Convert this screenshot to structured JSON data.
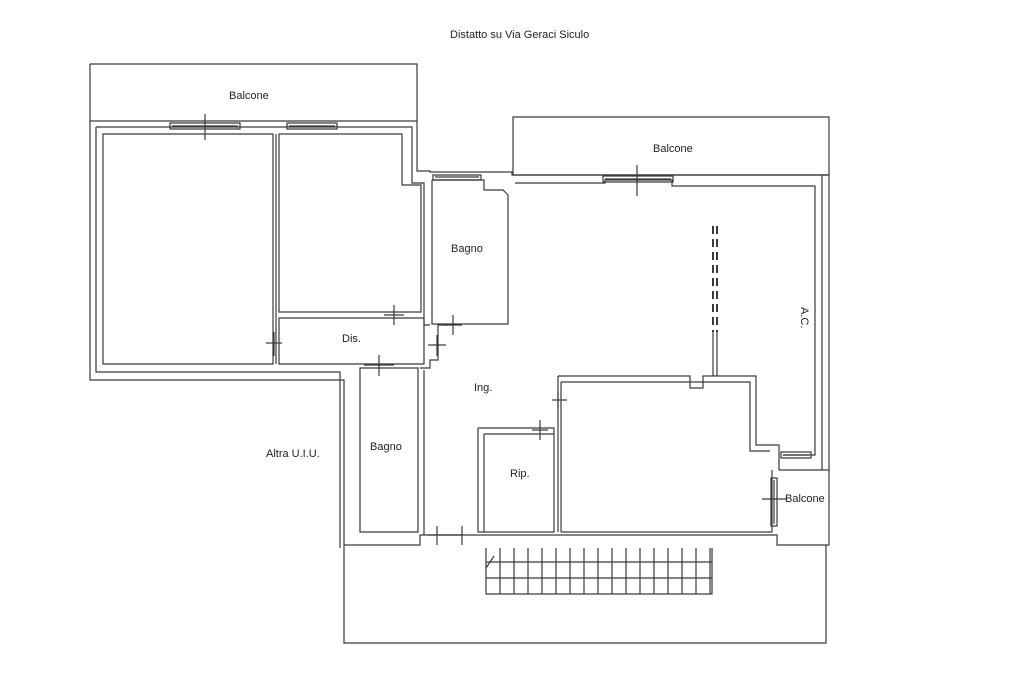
{
  "header": {
    "caption": "Distatto su Via Geraci Siculo"
  },
  "rooms": {
    "balcone_left": "Balcone",
    "balcone_right": "Balcone",
    "balcone_small": "Balcone",
    "bagno_upper": "Bagno",
    "bagno_lower": "Bagno",
    "dis": "Dis.",
    "ing": "Ing.",
    "rip": "Rip.",
    "ac": "A.C.",
    "altra_uiu": "Altra U.I.U."
  },
  "colors": {
    "line": "#3a3a3a",
    "background": "#ffffff"
  }
}
